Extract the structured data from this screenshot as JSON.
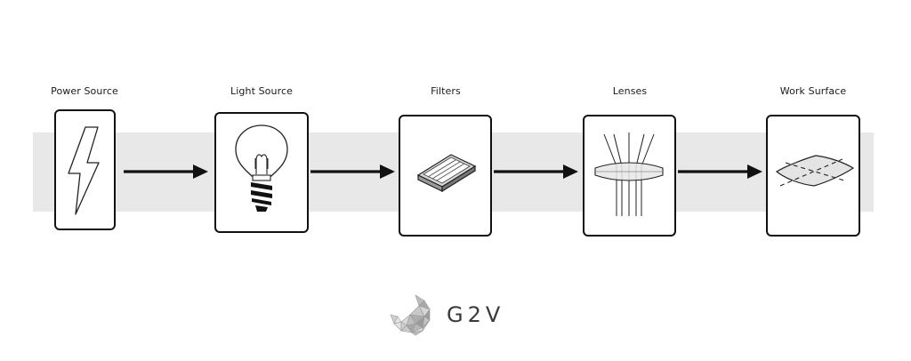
{
  "stages": [
    {
      "label": "Power Source",
      "icon": "lightning-bolt-icon"
    },
    {
      "label": "Light Source",
      "icon": "light-bulb-icon"
    },
    {
      "label": "Filters",
      "icon": "filter-plate-icon"
    },
    {
      "label": "Lenses",
      "icon": "lens-icon"
    },
    {
      "label": "Work Surface",
      "icon": "work-surface-icon"
    }
  ],
  "logo": {
    "text": "G2V"
  },
  "colors": {
    "band": "#e8e8e8",
    "stroke": "#111111",
    "logo": "#3a3a3a"
  }
}
